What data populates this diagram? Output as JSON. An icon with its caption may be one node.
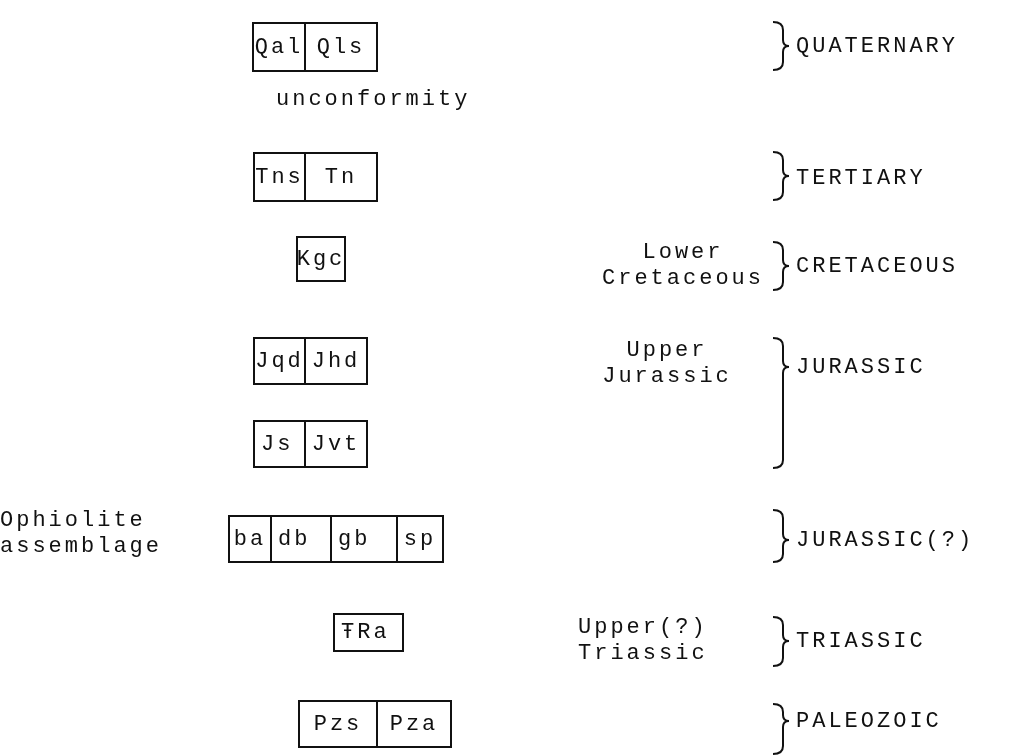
{
  "diagram": {
    "nodes": [
      {
        "text": [
          "Qal"
        ]
      },
      {
        "text": [
          "Qls"
        ]
      },
      {
        "text": [
          "Tns"
        ]
      },
      {
        "text": [
          "Tn"
        ]
      },
      {
        "text": [
          "Kgc"
        ]
      },
      {
        "text": [
          "Jqd"
        ]
      },
      {
        "text": [
          "Jhd"
        ]
      },
      {
        "text": [
          "Js"
        ]
      },
      {
        "text": [
          "Jvt"
        ]
      },
      {
        "text": [
          "ba"
        ]
      },
      {
        "text": [
          "db"
        ]
      },
      {
        "text": [
          "gb"
        ]
      },
      {
        "text": [
          "sp"
        ]
      },
      {
        "text": [
          "ŦRa"
        ]
      },
      {
        "text": [
          "Pzs"
        ]
      },
      {
        "text": [
          "Pza"
        ]
      }
    ],
    "labels": [
      "QUATERNARY",
      "unconformity",
      "TERTIARY",
      "Lower Cretaceous",
      "CRETACEOUS",
      "Upper Jurassic",
      "JURASSIC",
      "Ophiolite assemblage",
      "JURASSIC(?)",
      "Upper(?) Triassic",
      "TRIASSIC",
      "PALEOZOIC"
    ]
  }
}
